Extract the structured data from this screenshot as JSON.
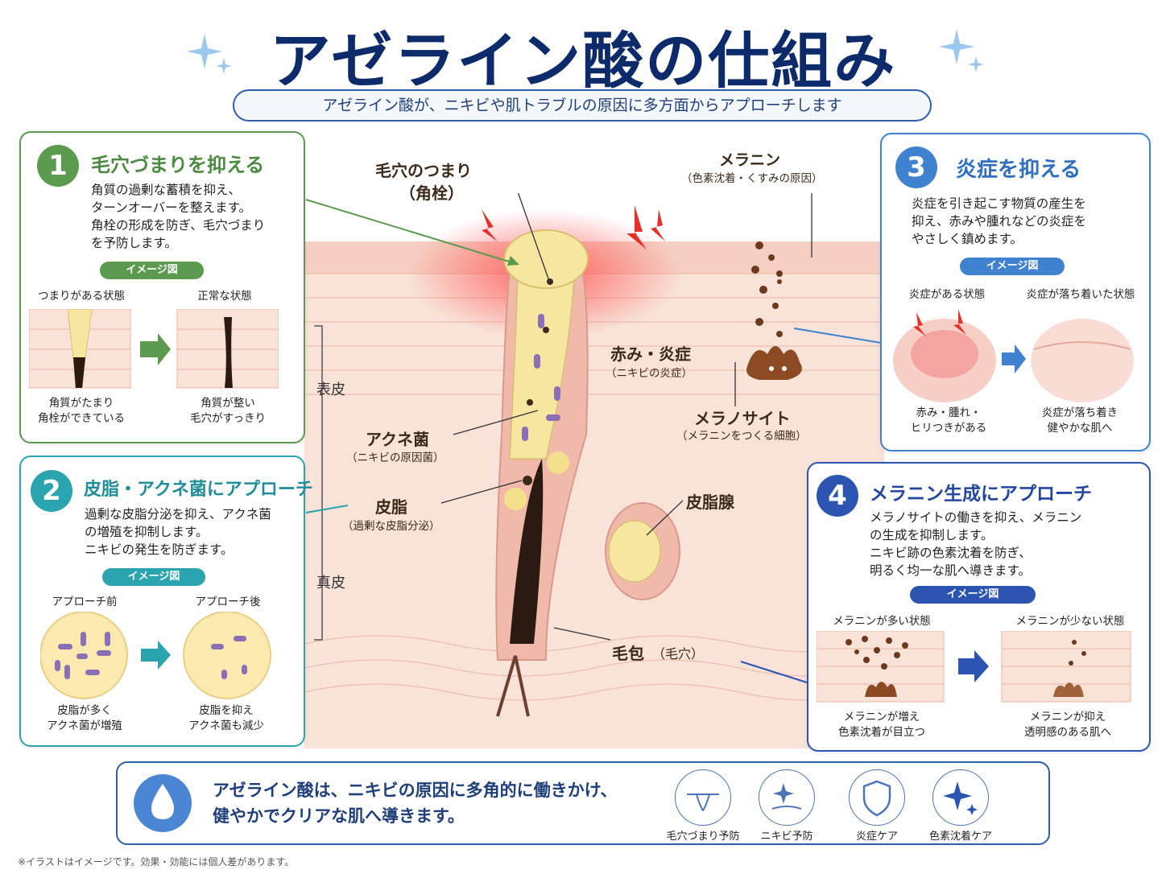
{
  "header": {
    "title": "アゼライン酸の仕組み",
    "subtitle": "アゼライン酸が、ニキビや肌トラブルの原因に多方面からアプローチします"
  },
  "colors": {
    "navy": "#0d2b6b",
    "green": "#5b9a4f",
    "teal": "#2aa4ae",
    "blue": "#3f82cf",
    "darkblue": "#2b55b0",
    "skin": "#f7d9cf",
    "inflame": "#ff3b3b",
    "sebum": "#f6e6a0",
    "melanin": "#6b3a1e"
  },
  "panels": [
    {
      "number": "1",
      "title": "毛穴づまりを抑える",
      "body": [
        "角質の過剰な蓄積を抑え、",
        "ターンオーバーを整えます。",
        "角栓の形成を防ぎ、毛穴づまり",
        "を予防します。"
      ],
      "image_label": "イメージ図",
      "before_state": "つまりがある状態",
      "after_state": "正常な状態",
      "before_caption": [
        "角質がたまり",
        "角栓ができている"
      ],
      "after_caption": [
        "角質が整い",
        "毛穴がすっきり"
      ]
    },
    {
      "number": "2",
      "title": "皮脂・アクネ菌にアプローチ",
      "body": [
        "過剰な皮脂分泌を抑え、アクネ菌",
        "の増殖を抑制します。",
        "ニキビの発生を防ぎます。"
      ],
      "image_label": "イメージ図",
      "before_state": "アプローチ前",
      "after_state": "アプローチ後",
      "before_caption": [
        "皮脂が多く",
        "アクネ菌が増殖"
      ],
      "after_caption": [
        "皮脂を抑え",
        "アクネ菌も減少"
      ]
    },
    {
      "number": "3",
      "title": "炎症を抑える",
      "body": [
        "炎症を引き起こす物質の産生を",
        "抑え、赤みや腫れなどの炎症を",
        "やさしく鎮めます。"
      ],
      "image_label": "イメージ図",
      "before_state": "炎症がある状態",
      "after_state": "炎症が落ち着いた状態",
      "before_caption": [
        "赤み・腫れ・",
        "ヒリつきがある"
      ],
      "after_caption": [
        "炎症が落ち着き",
        "健やかな肌へ"
      ]
    },
    {
      "number": "4",
      "title": "メラニン生成にアプローチ",
      "body": [
        "メラノサイトの働きを抑え、メラニン",
        "の生成を抑制します。",
        "ニキビ跡の色素沈着を防ぎ、",
        "明るく均一な肌へ導きます。"
      ],
      "image_label": "イメージ図",
      "before_state": "メラニンが多い状態",
      "after_state": "メラニンが少ない状態",
      "before_caption": [
        "メラニンが増え",
        "色素沈着が目立つ"
      ],
      "after_caption": [
        "メラニンが抑え",
        "透明感のある肌へ"
      ]
    }
  ],
  "diagram": {
    "plug_label": "毛穴のつまり",
    "plug_sub": "（角栓）",
    "melanin_label": "メラニン",
    "melanin_sub": "（色素沈着・くすみの原因）",
    "redness_label": "赤み・炎症",
    "redness_sub": "（ニキビの炎症）",
    "melanocyte_label": "メラノサイト",
    "melanocyte_sub": "（メラニンをつくる細胞）",
    "acne_label": "アクネ菌",
    "acne_sub": "（ニキビの原因菌）",
    "sebum_label": "皮脂",
    "sebum_sub": "（過剰な皮脂分泌）",
    "gland_label": "皮脂腺",
    "follicle_label": "毛包",
    "follicle_sub": "（毛穴）",
    "epidermis": "表皮",
    "dermis": "真皮"
  },
  "summary": {
    "lines": [
      "アゼライン酸は、ニキビの原因に多角的に働きかけ、",
      "健やかでクリアな肌へ導きます。"
    ],
    "icons": [
      {
        "name": "pore-icon",
        "label": "毛穴づまり予防"
      },
      {
        "name": "sparkle-icon",
        "label": "ニキビ予防"
      },
      {
        "name": "shield-icon",
        "label": "炎症ケア"
      },
      {
        "name": "star-icon",
        "label": "色素沈着ケア"
      }
    ]
  },
  "footnote": "※イラストはイメージです。効果・効能には個人差があります。"
}
